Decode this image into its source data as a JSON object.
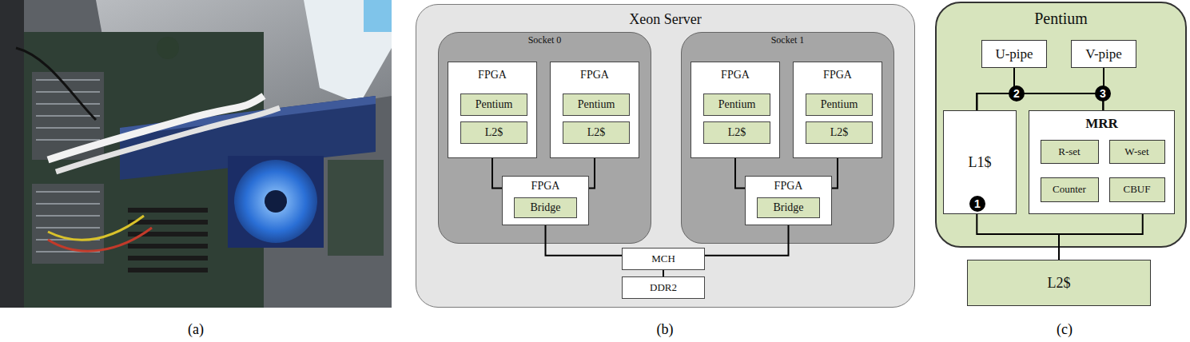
{
  "diagram": {
    "nodes": [
      {
        "text": [
          "Xeon Server"
        ]
      },
      {
        "text": [
          "Socket 0"
        ],
        "in": 0
      },
      {
        "text": [
          "FPGA"
        ],
        "in": 1
      },
      {
        "text": [
          "Pentium"
        ],
        "in": 2
      },
      {
        "text": [
          "L2$"
        ],
        "in": 2
      },
      {
        "text": [
          "FPGA"
        ],
        "in": 1
      },
      {
        "text": [
          "Pentium"
        ],
        "in": 5
      },
      {
        "text": [
          "L2$"
        ],
        "in": 5
      },
      {
        "text": [
          "FPGA"
        ],
        "in": 1
      },
      {
        "text": [
          "Bridge"
        ],
        "in": 8
      },
      {
        "text": [
          "Socket 1"
        ],
        "in": 0
      },
      {
        "text": [
          "FPGA"
        ],
        "in": 10
      },
      {
        "text": [
          "Pentium"
        ],
        "in": 11
      },
      {
        "text": [
          "L2$"
        ],
        "in": 11
      },
      {
        "text": [
          "FPGA"
        ],
        "in": 10
      },
      {
        "text": [
          "Pentium"
        ],
        "in": 14
      },
      {
        "text": [
          "L2$"
        ],
        "in": 14
      },
      {
        "text": [
          "FPGA"
        ],
        "in": 10
      },
      {
        "text": [
          "Bridge"
        ],
        "in": 17
      },
      {
        "text": [
          "MCH"
        ],
        "in": 0
      },
      {
        "text": [
          "DDR2"
        ],
        "in": 0
      },
      {
        "text": [
          "Pentium"
        ]
      },
      {
        "text": [
          "U-pipe"
        ],
        "in": 21
      },
      {
        "text": [
          "V-pipe"
        ],
        "in": 21
      },
      {
        "text": [
          "L1$"
        ],
        "in": 21
      },
      {
        "text": [
          "MRR"
        ],
        "in": 21
      },
      {
        "text": [
          "R-set"
        ],
        "in": 25
      },
      {
        "text": [
          "W-set"
        ],
        "in": 25
      },
      {
        "text": [
          "Counter"
        ],
        "in": 25
      },
      {
        "text": [
          "CBUF"
        ],
        "in": 25
      },
      {
        "text": [
          "L2$"
        ]
      }
    ],
    "edges": [
      {
        "from": 2,
        "to": 8,
        "arrow": "none"
      },
      {
        "from": 5,
        "to": 8,
        "arrow": "none"
      },
      {
        "from": 11,
        "to": 17,
        "arrow": "none"
      },
      {
        "from": 14,
        "to": 17,
        "arrow": "none"
      },
      {
        "from": 8,
        "to": 19,
        "arrow": "none"
      },
      {
        "from": 17,
        "to": 19,
        "arrow": "none"
      },
      {
        "from": 19,
        "to": 20,
        "arrow": "none"
      },
      {
        "from": 22,
        "to": 24,
        "arrow": "none"
      },
      {
        "from": 22,
        "to": 25,
        "arrow": "none"
      },
      {
        "from": 23,
        "to": 24,
        "arrow": "none"
      },
      {
        "from": 23,
        "to": 25,
        "arrow": "none"
      },
      {
        "from": 24,
        "to": 30,
        "arrow": "none"
      },
      {
        "from": 25,
        "to": 30,
        "arrow": "none"
      }
    ],
    "labels": [
      "(a)",
      "(b)",
      "(c)",
      "1",
      "2",
      "3"
    ]
  }
}
